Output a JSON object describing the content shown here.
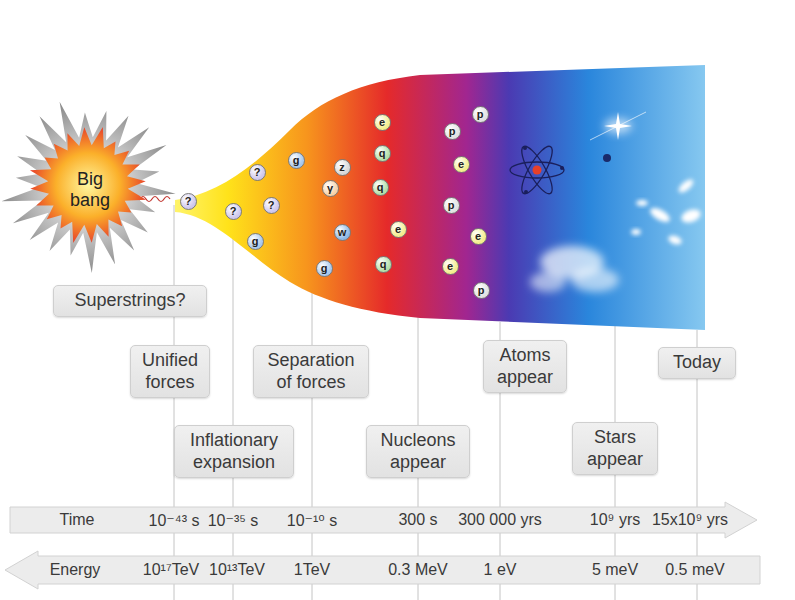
{
  "diagram": {
    "nodes": [
      {
        "text": [
          "Big bang"
        ]
      },
      {
        "text": [
          "?"
        ]
      },
      {
        "text": [
          "?"
        ]
      },
      {
        "text": [
          "?"
        ]
      },
      {
        "text": [
          "?"
        ]
      },
      {
        "text": [
          "g"
        ]
      },
      {
        "text": [
          "g"
        ]
      },
      {
        "text": [
          "g"
        ]
      },
      {
        "text": [
          "γ"
        ]
      },
      {
        "text": [
          "z"
        ]
      },
      {
        "text": [
          "w"
        ]
      },
      {
        "text": [
          "e"
        ]
      },
      {
        "text": [
          "q"
        ]
      },
      {
        "text": [
          "q"
        ]
      },
      {
        "text": [
          "e"
        ]
      },
      {
        "text": [
          "q"
        ]
      },
      {
        "text": [
          "p"
        ]
      },
      {
        "text": [
          "p"
        ]
      },
      {
        "text": [
          "e"
        ]
      },
      {
        "text": [
          "p"
        ]
      },
      {
        "text": [
          "e"
        ]
      },
      {
        "text": [
          "e"
        ]
      },
      {
        "text": [
          "p"
        ]
      },
      {
        "text": [
          "Superstrings?"
        ]
      },
      {
        "text": [
          "Unified forces"
        ]
      },
      {
        "text": [
          "Inflationary expansion"
        ]
      },
      {
        "text": [
          "Separation of forces"
        ]
      },
      {
        "text": [
          "Nucleons appear"
        ]
      },
      {
        "text": [
          "Atoms appear"
        ]
      },
      {
        "text": [
          "Stars appear"
        ]
      },
      {
        "text": [
          "Today"
        ]
      },
      {
        "text": [
          "Time",
          "10⁻⁴³ s",
          "10⁻³⁵ s",
          "10⁻¹⁰ s",
          "300 s",
          "300 000 yrs",
          "10⁹ yrs",
          "15x10⁹ yrs"
        ]
      },
      {
        "text": [
          "Energy",
          "10¹⁷TeV",
          "10¹³TeV",
          "1TeV",
          "0.3 MeV",
          "1 eV",
          "5 meV",
          "0.5 meV"
        ]
      }
    ]
  }
}
